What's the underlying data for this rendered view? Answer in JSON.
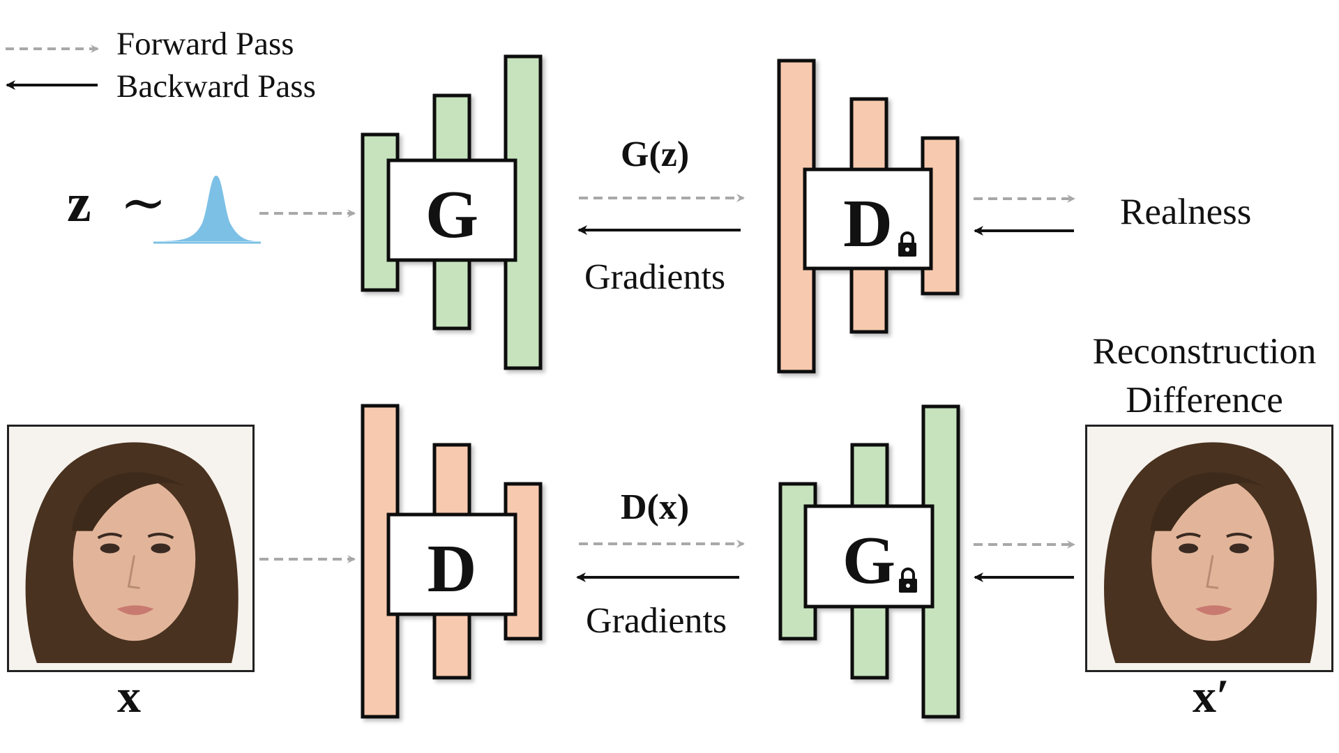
{
  "legend": {
    "forward_label": "Forward Pass",
    "backward_label": "Backward Pass"
  },
  "top_row": {
    "input_symbol": "z",
    "tilde": "∼",
    "generator_box": "G",
    "forward_label": "G(z)",
    "backward_label": "Gradients",
    "discriminator_box": "D",
    "output_label": "Realness",
    "discriminator_locked": true
  },
  "bottom_row": {
    "input_symbol": "x",
    "discriminator_box": "D",
    "forward_label": "D(x)",
    "backward_label": "Gradients",
    "generator_box": "G",
    "output_symbol": "x′",
    "output_label_line1": "Reconstruction",
    "output_label_line2": "Difference",
    "generator_locked": true
  },
  "colors": {
    "generator_fill": "#c6e3bd",
    "discriminator_fill": "#f7c9ae",
    "forward_arrow": "#a8a8a8",
    "backward_arrow": "#111111",
    "distribution": "#7cc0e6"
  }
}
